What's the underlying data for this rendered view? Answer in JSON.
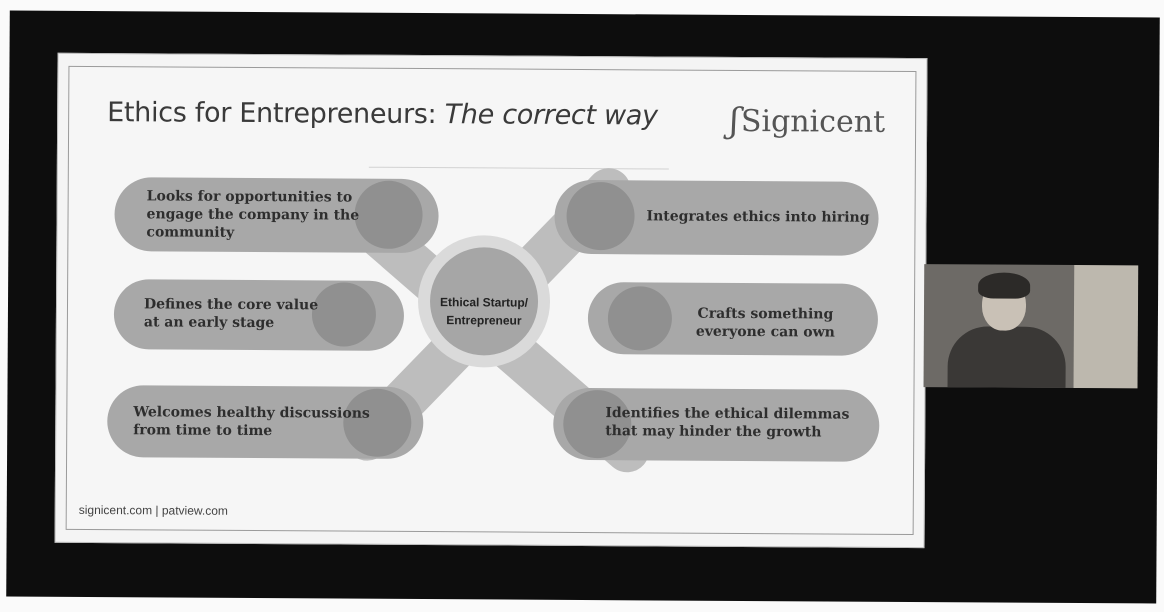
{
  "slide": {
    "title_plain": "Ethics for Entrepreneurs: ",
    "title_italic": "The correct way",
    "logo_text": "Signicent",
    "logo_mark": "ʃ",
    "center_line1": "Ethical Startup/",
    "center_line2": "Entrepreneur",
    "items": {
      "top_left": [
        "Looks for opportunities to",
        "engage the company in the",
        "community"
      ],
      "top_right": [
        "Integrates ethics into hiring"
      ],
      "mid_left": [
        "Defines the core value",
        "at an early stage"
      ],
      "mid_right": [
        "Crafts something",
        "everyone  can own"
      ],
      "bottom_left": [
        "Welcomes healthy discussions",
        "from time to time"
      ],
      "bottom_right": [
        "Identifies the ethical dilemmas",
        "that may hinder the growth"
      ]
    },
    "footer": "signicent.com | patview.com"
  },
  "video": {
    "participant_icon": "person-video-feed"
  },
  "colors": {
    "screen_bg": "#0d0d0d",
    "slide_bg": "#f6f6f6",
    "pill": "#a8a8a8",
    "pill_circle": "#8e8e8e"
  }
}
